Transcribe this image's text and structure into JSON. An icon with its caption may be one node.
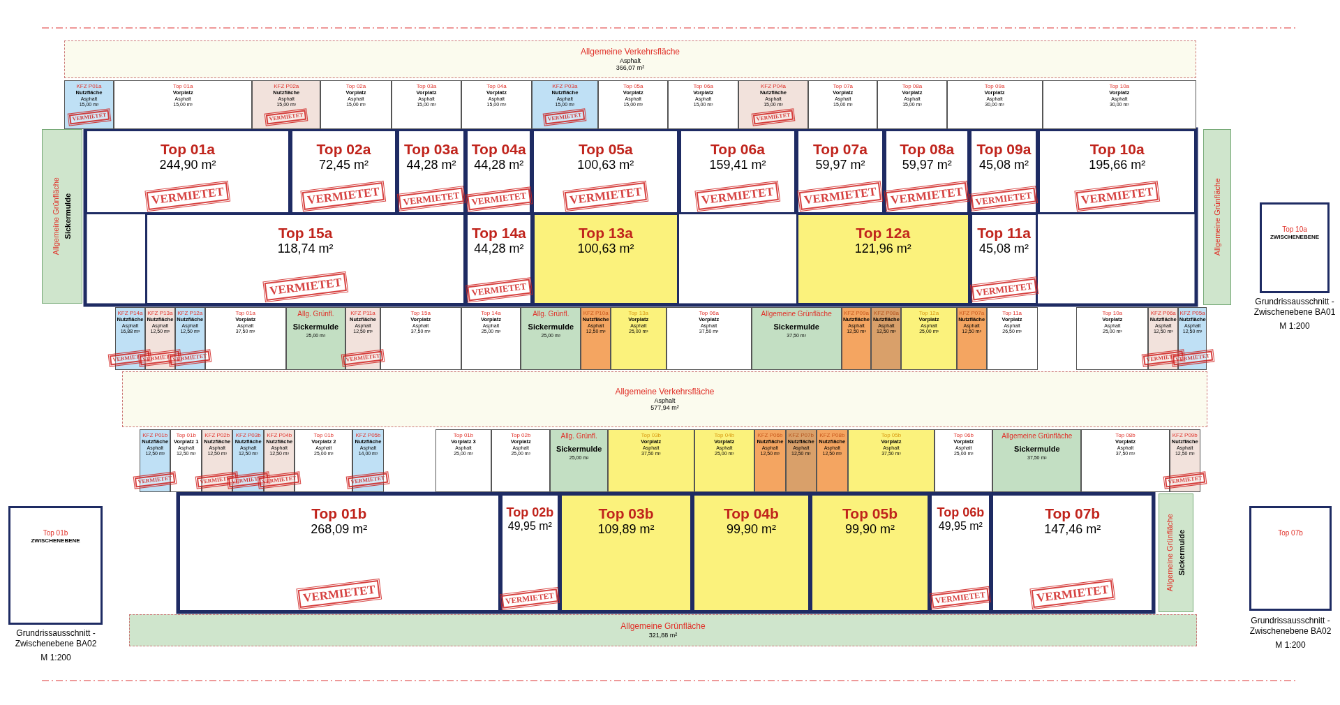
{
  "diagram": {
    "nodes": [
      {
        "text": [
          "Allgemeine Verkehrsfläche",
          "Asphalt",
          "366,07 m²"
        ]
      },
      {
        "text": [
          "KFZ P01a",
          "Nutzfläche",
          "Asphalt",
          "15,00 m²"
        ]
      },
      {
        "text": [
          "Top 01a",
          "Vorplatz",
          "Asphalt",
          "15,00 m²"
        ]
      },
      {
        "text": [
          "KFZ P02a",
          "Nutzfläche",
          "Asphalt",
          "15,00 m²"
        ]
      },
      {
        "text": [
          "Top 02a",
          "Vorplatz",
          "Asphalt",
          "15,00 m²"
        ]
      },
      {
        "text": [
          "Top 03a",
          "Vorplatz",
          "Asphalt",
          "15,00 m²"
        ]
      },
      {
        "text": [
          "Top 04a",
          "Vorplatz",
          "Asphalt",
          "15,00 m²"
        ]
      },
      {
        "text": [
          "KFZ P03a",
          "Nutzfläche",
          "Asphalt",
          "15,00 m²"
        ]
      },
      {
        "text": [
          "Top 05a",
          "Vorplatz",
          "Asphalt",
          "15,00 m²"
        ]
      },
      {
        "text": [
          "Top 06a",
          "Vorplatz",
          "Asphalt",
          "15,00 m²"
        ]
      },
      {
        "text": [
          "KFZ P04a",
          "Nutzfläche",
          "Asphalt",
          "15,00 m²"
        ]
      },
      {
        "text": [
          "Top 07a",
          "Vorplatz",
          "Asphalt",
          "15,00 m²"
        ]
      },
      {
        "text": [
          "Top 08a",
          "Vorplatz",
          "Asphalt",
          "15,00 m²"
        ]
      },
      {
        "text": [
          "Top 09a",
          "Vorplatz",
          "Asphalt",
          "30,00 m²"
        ]
      },
      {
        "text": [
          "Top 10a",
          "Vorplatz",
          "Asphalt",
          "30,00 m²"
        ]
      },
      {
        "text": [
          "Top 01a",
          "244,90 m²"
        ]
      },
      {
        "text": [
          "Top 02a",
          "72,45 m²"
        ]
      },
      {
        "text": [
          "Top 03a",
          "44,28 m²"
        ]
      },
      {
        "text": [
          "Top 04a",
          "44,28 m²"
        ]
      },
      {
        "text": [
          "Top 05a",
          "100,63 m²"
        ]
      },
      {
        "text": [
          "Top 06a",
          "159,41 m²"
        ]
      },
      {
        "text": [
          "Top 07a",
          "59,97 m²"
        ]
      },
      {
        "text": [
          "Top 08a",
          "59,97 m²"
        ]
      },
      {
        "text": [
          "Top 09a",
          "45,08 m²"
        ]
      },
      {
        "text": [
          "Top 10a",
          "195,66 m²"
        ]
      },
      {
        "text": [
          "Top 15a",
          "118,74 m²"
        ]
      },
      {
        "text": [
          "Top 14a",
          "44,28 m²"
        ]
      },
      {
        "text": [
          "Top 13a",
          "100,63 m²"
        ]
      },
      {
        "text": [
          "Top 12a",
          "121,96 m²"
        ]
      },
      {
        "text": [
          "Top 11a",
          "45,08 m²"
        ]
      },
      {
        "text": [
          "KFZ P14a",
          "Nutzfläche",
          "Asphalt",
          "16,88 m²"
        ]
      },
      {
        "text": [
          "KFZ P13a",
          "Nutzfläche",
          "Asphalt",
          "12,50 m²"
        ]
      },
      {
        "text": [
          "KFZ P12a",
          "Nutzfläche",
          "Asphalt",
          "12,50 m²"
        ]
      },
      {
        "text": [
          "Top 01a",
          "Vorplatz",
          "Asphalt",
          "37,50 m²"
        ]
      },
      {
        "text": [
          "Allg. Grünfl.",
          "Sickermulde",
          "25,00 m²"
        ]
      },
      {
        "text": [
          "KFZ P11a",
          "Nutzfläche",
          "Asphalt",
          "12,50 m²"
        ]
      },
      {
        "text": [
          "Top 15a",
          "Vorplatz",
          "Asphalt",
          "37,50 m²"
        ]
      },
      {
        "text": [
          "Top 14a",
          "Vorplatz",
          "Asphalt",
          "25,00 m²"
        ]
      },
      {
        "text": [
          "Allg. Grünfl.",
          "Sickermulde",
          "25,00 m²"
        ]
      },
      {
        "text": [
          "KFZ P10a",
          "Nutzfläche",
          "Asphalt",
          "12,50 m²"
        ]
      },
      {
        "text": [
          "Top 13a",
          "Vorplatz",
          "Asphalt",
          "25,00 m²"
        ]
      },
      {
        "text": [
          "Top 06a",
          "Vorplatz",
          "Asphalt",
          "37,50 m²"
        ]
      },
      {
        "text": [
          "Allgemeine Grünfläche",
          "Sickermulde",
          "37,50 m²"
        ]
      },
      {
        "text": [
          "KFZ P09a",
          "Nutzfläche",
          "Asphalt",
          "12,50 m²"
        ]
      },
      {
        "text": [
          "KFZ P08a",
          "Nutzfläche",
          "Asphalt",
          "12,50 m²"
        ]
      },
      {
        "text": [
          "Top 12a",
          "Vorplatz",
          "Asphalt",
          "25,00 m²"
        ]
      },
      {
        "text": [
          "KFZ P07a",
          "Nutzfläche",
          "Asphalt",
          "12,50 m²"
        ]
      },
      {
        "text": [
          "Top 11a",
          "Vorplatz",
          "Asphalt",
          "26,50 m²"
        ]
      },
      {
        "text": [
          "Top 10a",
          "Vorplatz",
          "Asphalt",
          "25,00 m²"
        ]
      },
      {
        "text": [
          "KFZ P06a",
          "Nutzfläche",
          "Asphalt",
          "12,50 m²"
        ]
      },
      {
        "text": [
          "KFZ P05a",
          "Nutzfläche",
          "Asphalt",
          "12,50 m²"
        ]
      },
      {
        "text": [
          "Allgemeine Verkehrsfläche",
          "Asphalt",
          "577,94 m²"
        ]
      },
      {
        "text": [
          "KFZ P01b",
          "Nutzfläche",
          "Asphalt",
          "12,50 m²"
        ]
      },
      {
        "text": [
          "Top 01b",
          "Vorplatz 1",
          "Asphalt",
          "12,50 m²"
        ]
      },
      {
        "text": [
          "KFZ P02b",
          "Nutzfläche",
          "Asphalt",
          "12,50 m²"
        ]
      },
      {
        "text": [
          "KFZ P03b",
          "Nutzfläche",
          "Asphalt",
          "12,50 m²"
        ]
      },
      {
        "text": [
          "KFZ P04b",
          "Nutzfläche",
          "Asphalt",
          "12,50 m²"
        ]
      },
      {
        "text": [
          "Top 01b",
          "Vorplatz 2",
          "Asphalt",
          "25,00 m²"
        ]
      },
      {
        "text": [
          "KFZ P05b",
          "Nutzfläche",
          "Asphalt",
          "14,00 m²"
        ]
      },
      {
        "text": [
          "Top 01b",
          "Vorplatz 3",
          "Asphalt",
          "25,00 m²"
        ]
      },
      {
        "text": [
          "Top 02b",
          "Vorplatz",
          "Asphalt",
          "25,00 m²"
        ]
      },
      {
        "text": [
          "Allg. Grünfl.",
          "Sickermulde",
          "25,00 m²"
        ]
      },
      {
        "text": [
          "Top 03b",
          "Vorplatz",
          "Asphalt",
          "37,50 m²"
        ]
      },
      {
        "text": [
          "Top 04b",
          "Vorplatz",
          "Asphalt",
          "25,00 m²"
        ]
      },
      {
        "text": [
          "KFZ P06b",
          "Nutzfläche",
          "Asphalt",
          "12,50 m²"
        ]
      },
      {
        "text": [
          "KFZ P07b",
          "Nutzfläche",
          "Asphalt",
          "12,50 m²"
        ]
      },
      {
        "text": [
          "KFZ P08b",
          "Nutzfläche",
          "Asphalt",
          "12,50 m²"
        ]
      },
      {
        "text": [
          "Top 05b",
          "Vorplatz",
          "Asphalt",
          "37,50 m²"
        ]
      },
      {
        "text": [
          "Top 06b",
          "Vorplatz",
          "Asphalt",
          "25,00 m²"
        ]
      },
      {
        "text": [
          "Allgemeine Grünfläche",
          "Sickermulde",
          "37,50 m²"
        ]
      },
      {
        "text": [
          "Top 08b",
          "Vorplatz",
          "Asphalt",
          "37,50 m²"
        ]
      },
      {
        "text": [
          "KFZ P09b",
          "Nutzfläche",
          "Asphalt",
          "12,50 m²"
        ]
      },
      {
        "text": [
          "Top 01b",
          "268,09 m²"
        ]
      },
      {
        "text": [
          "Top 02b",
          "49,95 m²"
        ]
      },
      {
        "text": [
          "Top 03b",
          "109,89 m²"
        ]
      },
      {
        "text": [
          "Top 04b",
          "99,90 m²"
        ]
      },
      {
        "text": [
          "Top 05b",
          "99,90 m²"
        ]
      },
      {
        "text": [
          "Top 06b",
          "49,95 m²"
        ]
      },
      {
        "text": [
          "Top 07b",
          "147,46 m²"
        ]
      },
      {
        "text": [
          "Allgemeine Grünfläche",
          "321,88 m²"
        ]
      },
      {
        "text": [
          "Allgemeine Grünfläche",
          "Sickermulde"
        ]
      },
      {
        "text": [
          "Allgemeine Grünfläche"
        ]
      },
      {
        "text": [
          "Allgemeine Grünfläche",
          "Sickermulde"
        ]
      },
      {
        "text": [
          "Top 10a",
          "ZWISCHENEBENE"
        ]
      },
      {
        "text": [
          "Top 01b",
          "ZWISCHENEBENE"
        ]
      },
      {
        "text": [
          "Top 07b"
        ]
      }
    ],
    "labels": [
      "VERMIETET",
      "VERMIETET",
      "VERMIETET",
      "VERMIETET",
      "VERMIETET",
      "VERMIETET",
      "VERMIETET",
      "VERMIETET",
      "VERMIETET",
      "VERMIETET",
      "VERMIETET",
      "VERMIETET",
      "VERMIETET",
      "VERMIETET",
      "VERMIETET",
      "VERMIETET",
      "VERMIETET",
      "VERMIETET",
      "VERMIETET",
      "VERMIETET",
      "VERMIETET",
      "VERMIETET",
      "VERMIETET",
      "VERMIETET",
      "VERMIETET",
      "VERMIETET",
      "VERMIETET",
      "VERMIETET",
      "VERMIETET",
      "VERMIETET",
      "VERMIETET",
      "VERMIETET",
      "VERMIETET",
      "Grundrissausschnitt - Zwischenebene BA01",
      "M 1:200",
      "Grundrissausschnitt - Zwischenebene BA02",
      "M 1:200",
      "Grundrissausschnitt - Zwischenebene BA02",
      "M 1:200"
    ]
  }
}
